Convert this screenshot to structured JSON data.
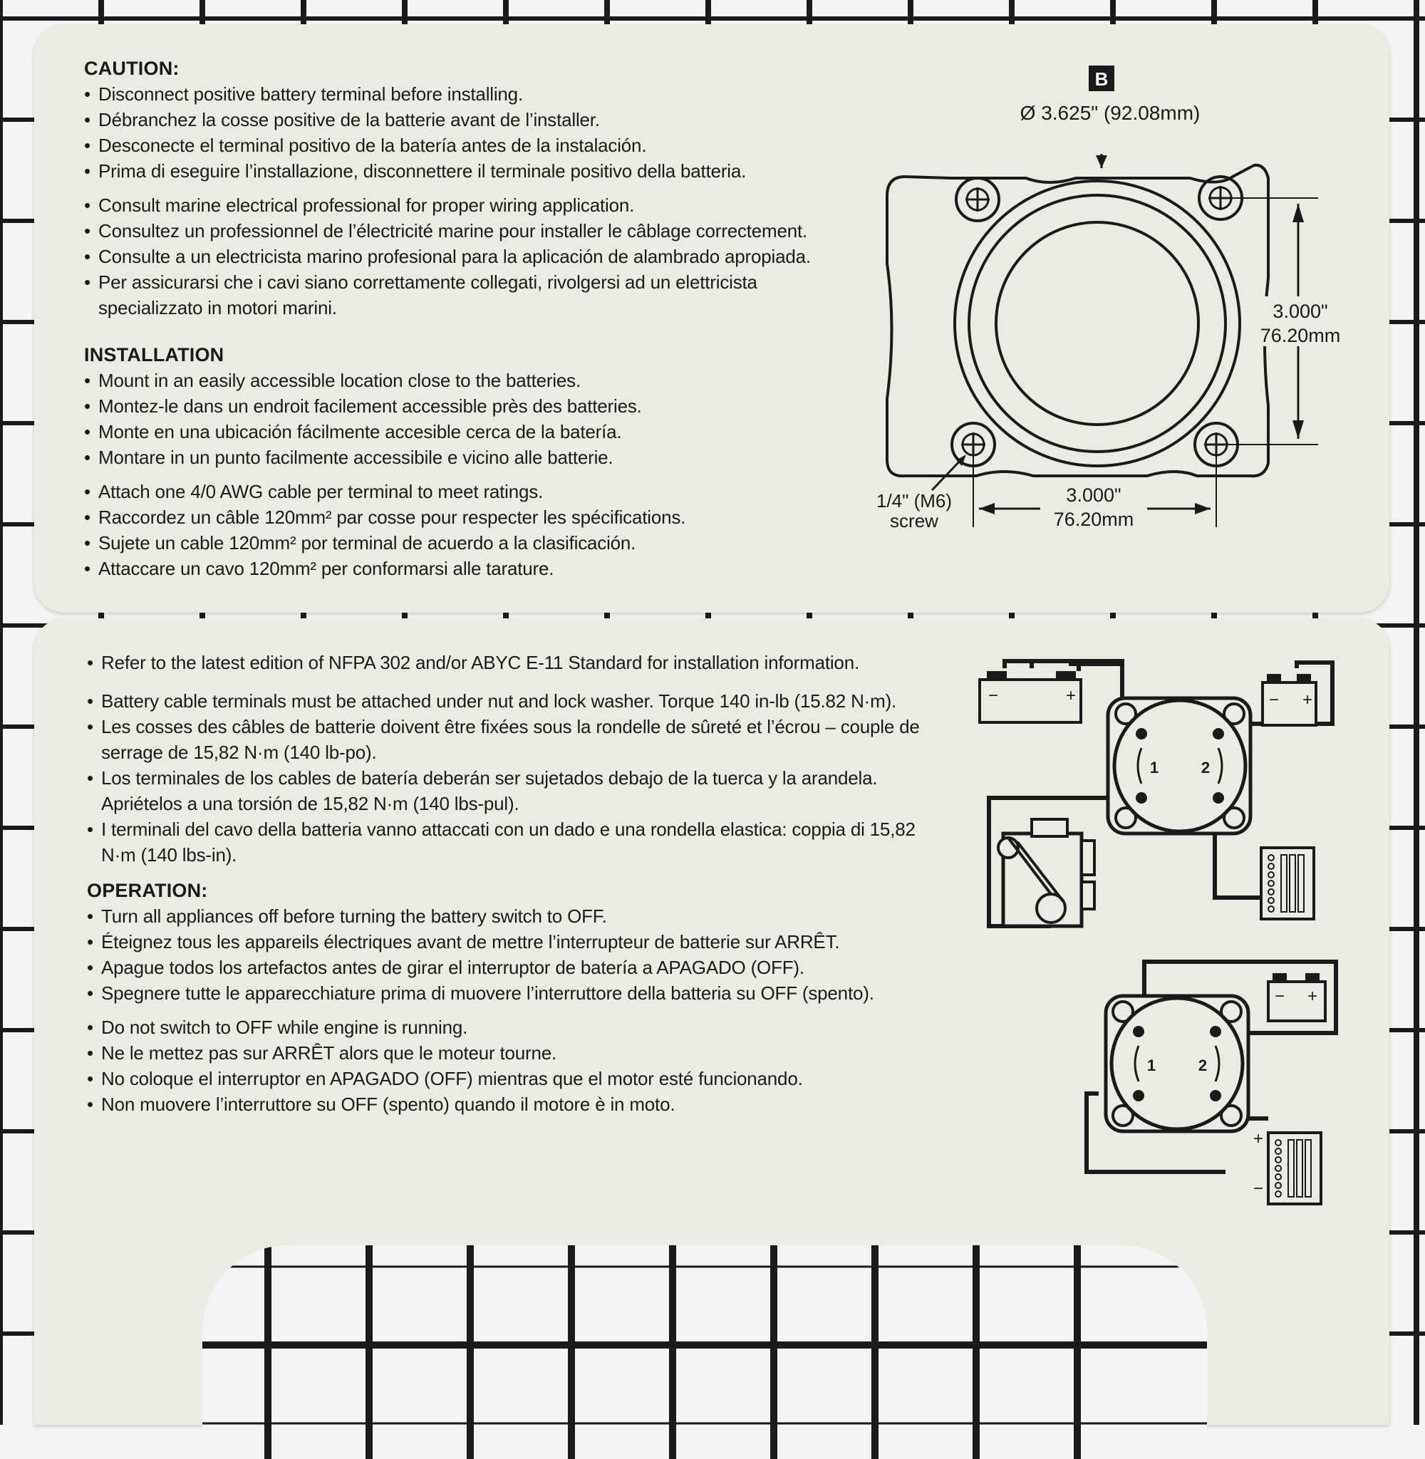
{
  "caution": {
    "heading": "CAUTION:",
    "group1": [
      "Disconnect positive battery terminal before installing.",
      "Débranchez la cosse positive de la batterie avant de l’installer.",
      "Desconecte el terminal positivo de la batería antes de la instalación.",
      "Prima di eseguire l’installazione, disconnettere il terminale positivo della batteria."
    ],
    "group2": [
      "Consult marine electrical professional for proper wiring application.",
      "Consultez un professionnel de l’électricité marine pour installer le câblage correctement.",
      "Consulte a un electricista marino profesional para la aplicación de alambrado apropiada.",
      "Per assicurarsi che i cavi siano correttamente collegati, rivolgersi ad un elettricista specializzato in motori marini."
    ]
  },
  "installation": {
    "heading": "INSTALLATION",
    "group1": [
      "Mount in an easily accessible location close to the batteries.",
      "Montez-le dans un endroit facilement accessible près des batteries.",
      "Monte en una ubicación fácilmente accesible cerca de la batería.",
      "Montare in un punto facilmente accessibile e vicino alle batterie."
    ],
    "group2": [
      "Attach one 4/0 AWG cable per terminal to meet ratings.",
      "Raccordez un câble 120mm² par cosse pour respecter les spécifications.",
      "Sujete un cable 120mm² por terminal de acuerdo a la clasificación.",
      "Attaccare un cavo 120mm² per conformarsi alle tarature."
    ]
  },
  "standards": [
    "Refer to the latest edition of NFPA 302 and/or ABYC E-11 Standard for installation information."
  ],
  "terminals": [
    "Battery cable terminals must be attached under nut and lock washer. Torque 140 in-lb (15.82 N·m).",
    "Les cosses des câbles de batterie doivent être fixées sous la rondelle de sûreté et l’écrou – couple de serrage de 15,82 N·m (140 lb-po).",
    "Los terminales de los cables de batería deberán ser sujetados debajo de la tuerca y la arandela. Apriételos a una torsión de 15,82 N·m (140 lbs-pul).",
    "I terminali del cavo della batteria vanno attaccati con un dado e una rondella elastica: coppia di 15,82 N·m (140 lbs-in)."
  ],
  "operation": {
    "heading": "OPERATION:",
    "group1": [
      "Turn all appliances off before turning the battery switch to OFF.",
      "Éteignez tous les appareils électriques avant de mettre l’interrupteur de batterie sur ARRÊT.",
      "Apague todos los artefactos antes de girar el interruptor de batería a APAGADO (OFF).",
      "Spegnere tutte le apparecchiature prima di muovere l’interruttore della batteria su OFF (spento)."
    ],
    "group2": [
      "Do not switch to OFF while engine is running.",
      "Ne le mettez pas sur ARRÊT alors que le moteur tourne.",
      "No coloque el interruptor en APAGADO (OFF) mientras que el motor esté funcionando.",
      "Non muovere l’interruttore su OFF (spento) quando il motore è in moto."
    ]
  },
  "dimension_diagram": {
    "label": "B",
    "diameter": "Ø 3.625\" (92.08mm)",
    "height_in": "3.000\"",
    "height_mm": "76.20mm",
    "width_in": "3.000\"",
    "width_mm": "76.20mm",
    "screw_size": "1/4\" (M6)",
    "screw_word": "screw"
  },
  "wiring_diagram_1": {
    "battery_sign_minus": "−",
    "battery_sign_plus": "+",
    "terminal_1": "1",
    "terminal_2": "2"
  },
  "wiring_diagram_2": {
    "battery_sign_minus": "−",
    "battery_sign_plus": "+",
    "terminal_1": "1",
    "terminal_2": "2",
    "panel_plus": "+",
    "panel_minus": "−"
  }
}
